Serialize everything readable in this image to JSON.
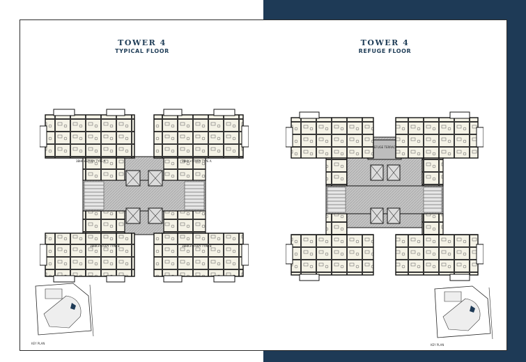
{
  "left_page": {
    "title": "TOWER 4",
    "subtitle": "TYPICAL FLOOR",
    "unit_labels": [
      "3BHK+STUDY TYPE A",
      "3BHK+STUDY TYPE A",
      "3BHK+STUDY TYPE B",
      "3BHK+STUDY TYPE B"
    ],
    "keyplan_caption": "KEY PLAN"
  },
  "right_page": {
    "title": "TOWER 4",
    "subtitle": "REFUGE FLOOR",
    "terrace_label": "REFUGE TERRACE",
    "keyplan_caption": "KEY PLAN"
  },
  "colors": {
    "navy": "#1e3a56",
    "title": "#1f3d57",
    "unit_fill": "#f4f2e6",
    "core_fill": "#c4c4c4",
    "wall": "#1a1a1a"
  }
}
